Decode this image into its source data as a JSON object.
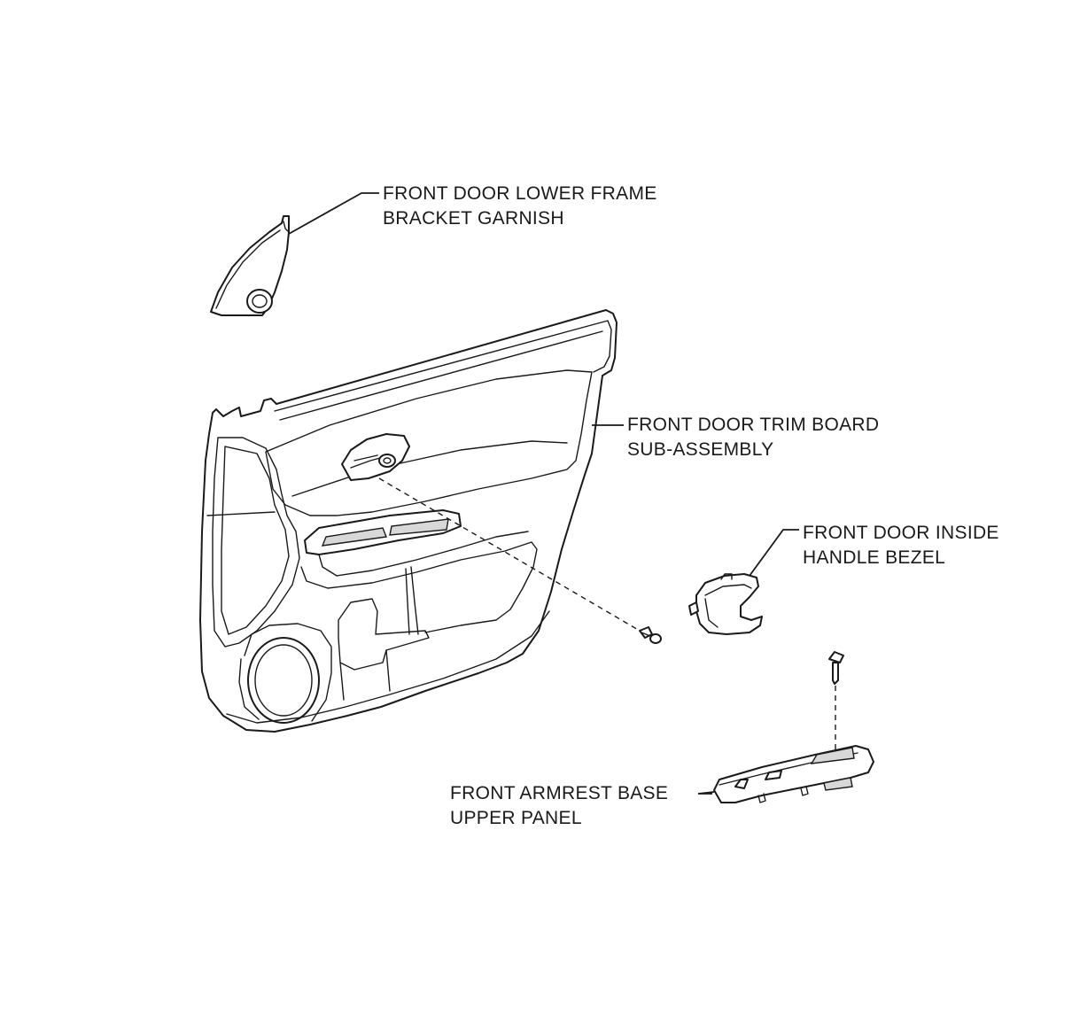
{
  "labels": {
    "lower_frame_garnish": [
      "FRONT DOOR LOWER FRAME",
      "BRACKET GARNISH"
    ],
    "trim_board": [
      "FRONT DOOR TRIM BOARD",
      "SUB-ASSEMBLY"
    ],
    "handle_bezel": [
      "FRONT DOOR INSIDE",
      "HANDLE BEZEL"
    ],
    "armrest_panel": [
      "FRONT ARMREST BASE",
      "UPPER PANEL"
    ]
  },
  "colors": {
    "line": "#1a1a1a",
    "background": "#ffffff"
  }
}
